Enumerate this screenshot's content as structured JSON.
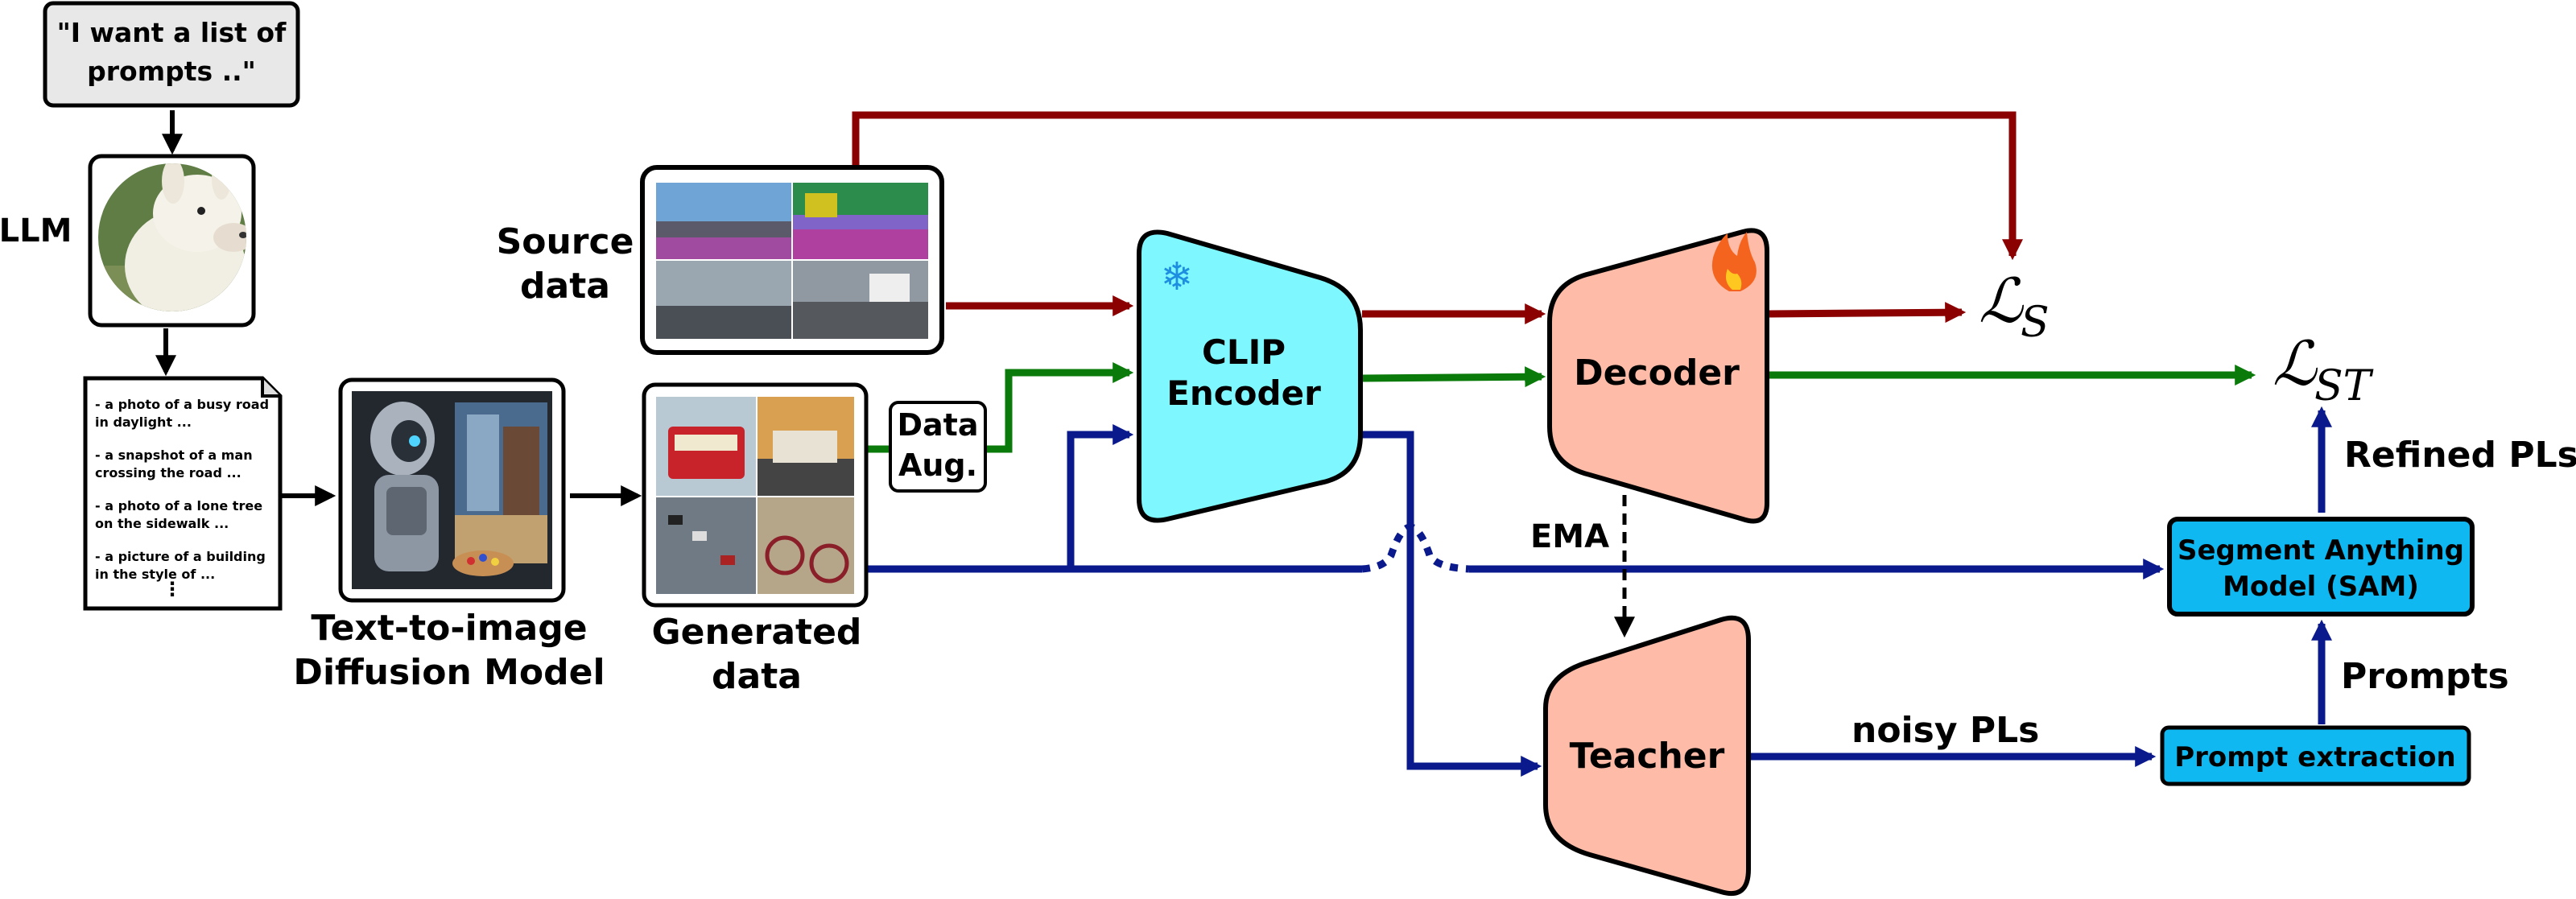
{
  "colors": {
    "source_path": "#8B0000",
    "generated_path": "#0A1A8C",
    "augmented_path": "#0A7A0A",
    "encoder_fill": "#7FF7FF",
    "decoder_fill": "#FDBBA8",
    "sam_fill": "#0FB8F0",
    "prompt_box_fill": "#E8E8E8"
  },
  "prompt_request": [
    "\"I want a list of",
    "prompts ..\""
  ],
  "llm": {
    "label": "LLM",
    "icon": "llama-icon"
  },
  "prompts_doc": {
    "items": [
      [
        "- a photo of a busy road",
        "in daylight ..."
      ],
      [
        "- a snapshot of a man",
        "crossing the road ..."
      ],
      [
        "- a photo of a lone tree",
        "on the sidewalk ..."
      ],
      [
        "- a picture of a building",
        " in the style of ..."
      ]
    ],
    "ellipsis": "⋮"
  },
  "diffusion_model": {
    "label_lines": [
      "Text-to-image",
      "Diffusion Model"
    ],
    "icon": "robot-painter-icon"
  },
  "source_data": {
    "label_lines": [
      "Source",
      "data"
    ],
    "icon": "driving-scene-grid-icon"
  },
  "generated_data": {
    "label_lines": [
      "Generated",
      "data"
    ],
    "icon": "generated-images-grid-icon"
  },
  "data_aug": {
    "label_lines": [
      "Data",
      "Aug."
    ]
  },
  "clip_encoder": {
    "label_lines": [
      "CLIP",
      "Encoder"
    ],
    "icon": "snowflake-icon"
  },
  "decoder": {
    "label": "Decoder",
    "icon": "fire-icon"
  },
  "teacher": {
    "label": "Teacher"
  },
  "ema": {
    "label": "EMA"
  },
  "sam": {
    "label_lines": [
      "Segment Anything",
      "Model (SAM)"
    ]
  },
  "prompt_extraction": {
    "label": "Prompt extraction"
  },
  "loss_source": {
    "symbol": "ℒ",
    "subscript": "S"
  },
  "loss_self_training": {
    "symbol": "ℒ",
    "subscript": "ST"
  },
  "edge_labels": {
    "refined_pls": "Refined PLs",
    "prompts": "Prompts",
    "noisy_pls": "noisy PLs"
  }
}
